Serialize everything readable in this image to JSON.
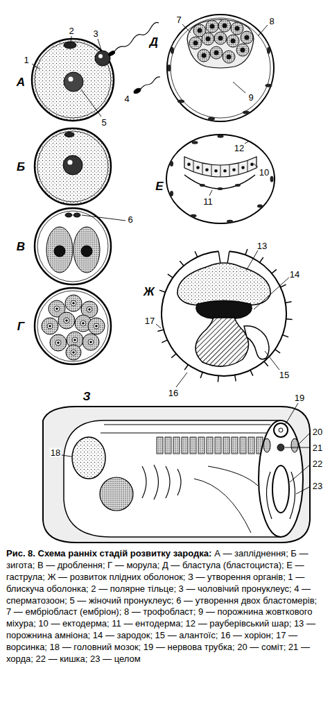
{
  "diagram": {
    "title": "Рис. 8. Схема ранніх стадій розвитку зародка:",
    "caption": "А — запліднення; Б — зигота; В — дроблення; Г — морула; Д — бластула (бластоциста); Е — гаструла; Ж — розвиток плідних оболонок; З — утворення органів; 1 — блискуча оболонка; 2 — полярне тільце; 3 — чоловічий пронуклеус; 4 — сперматозоон; 5 — жіночий пронуклеус; 6 — утворення двох бластомерів; 7 — ембріобласт (ембріон); 8 — трофобласт; 9 — порожнина жовткового міхура; 10 — ектодерма; 11 — ентодерма; 12 — рауберівський шар; 13 — порожнина амніона; 14 — зародок; 15 — алантоїс; 16 — хоріон; 17 — ворсинка; 18 — головний мозок; 19 — нервова трубка; 20 — соміт; 21 — хорда; 22 — кишка; 23 — целом",
    "labels": [
      "А",
      "1",
      "2",
      "3",
      "4",
      "5",
      "Б",
      "В",
      "6",
      "Г",
      "Д",
      "7",
      "8",
      "9",
      "Е",
      "12",
      "10",
      "11",
      "Ж",
      "13",
      "14",
      "17",
      "16",
      "15",
      "З",
      "18",
      "19",
      "20",
      "21",
      "22",
      "23"
    ]
  }
}
